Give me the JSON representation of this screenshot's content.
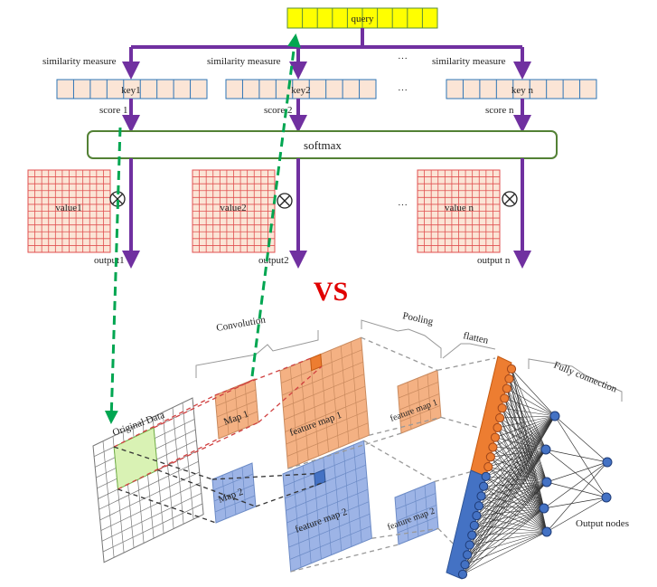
{
  "attention": {
    "query_label": "query",
    "similarity_labels": [
      "similarity measure",
      "similarity measure",
      "similarity measure"
    ],
    "key_labels": [
      "key1",
      "key2",
      "key n"
    ],
    "score_labels": [
      "score 1",
      "score 2",
      "score n"
    ],
    "softmax_label": "softmax",
    "value_labels": [
      "value1",
      "value2",
      "value n"
    ],
    "output_labels": [
      "output1",
      "output2",
      "output n"
    ],
    "ellipsis": "···"
  },
  "vs_label": "VS",
  "cnn": {
    "original_data_label": "Original Data",
    "convolution_label": "Convolution",
    "map1_label": "Map 1",
    "map2_label": "Map 2",
    "feature_map1_label": "feature map 1",
    "feature_map2_label": "feature map 2",
    "pooling_label": "Pooling",
    "pooled_map1_label": "feature map 1",
    "pooled_map2_label": "feature map 2",
    "flatten_label": "flatten",
    "fully_connection_label": "Fully connection",
    "output_nodes_label": "Output nodes"
  },
  "colors": {
    "arrow_purple": "#7030A0",
    "query_fill": "#FFFF00",
    "query_stroke": "#5A8C3A",
    "key_fill": "#FBE5D6",
    "key_stroke": "#2E75B6",
    "softmax_stroke": "#538135",
    "value_fill": "#FBE5D6",
    "value_grid": "#E05050",
    "vs_red": "#E00000",
    "green_dash": "#00A651",
    "orange_map": "#F4B183",
    "orange_node": "#ED7D31",
    "blue_map": "#9DB4E6",
    "blue_node": "#4472C4",
    "highlight_green": "#D9F2B4"
  }
}
